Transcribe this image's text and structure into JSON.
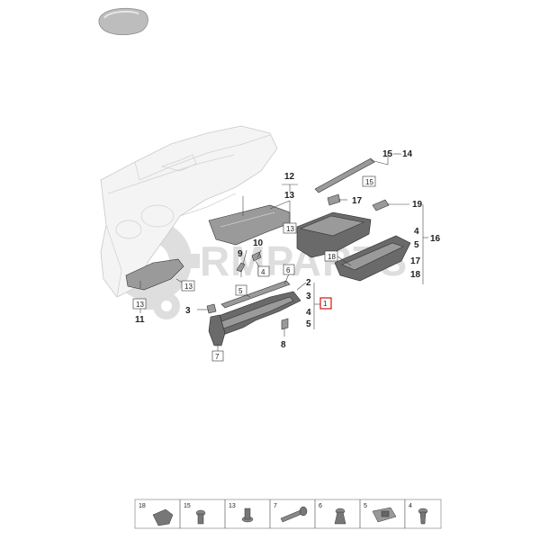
{
  "watermark": {
    "text": "RMPARTS"
  },
  "callouts": {
    "c1": "1",
    "c2": "2",
    "c3a": "3",
    "c3b": "3",
    "c4a": "4",
    "c4b": "4",
    "c5a": "5",
    "c5b": "5",
    "c8": "8",
    "c9": "9",
    "c10": "10",
    "c11": "11",
    "c12": "12",
    "c13a": "13",
    "c13b": "13",
    "c13c": "13",
    "c13d": "13",
    "c14": "14",
    "c15a": "15",
    "c15b": "15",
    "c16": "16",
    "c17a": "17",
    "c17b": "17",
    "c18a": "18",
    "c18b": "18",
    "c19": "19",
    "c5box": "5",
    "c4box": "4",
    "c6box": "6",
    "c7box": "7"
  },
  "fastener_strip": {
    "cells": [
      {
        "label": "18",
        "icon": "clip-icon"
      },
      {
        "label": "15",
        "icon": "screw-icon"
      },
      {
        "label": "13",
        "icon": "screw-icon"
      },
      {
        "label": "7",
        "icon": "bolt-icon"
      },
      {
        "label": "6",
        "icon": "screw-icon"
      },
      {
        "label": "5",
        "icon": "nut-clip-icon"
      },
      {
        "label": "4",
        "icon": "screw-icon"
      }
    ]
  }
}
